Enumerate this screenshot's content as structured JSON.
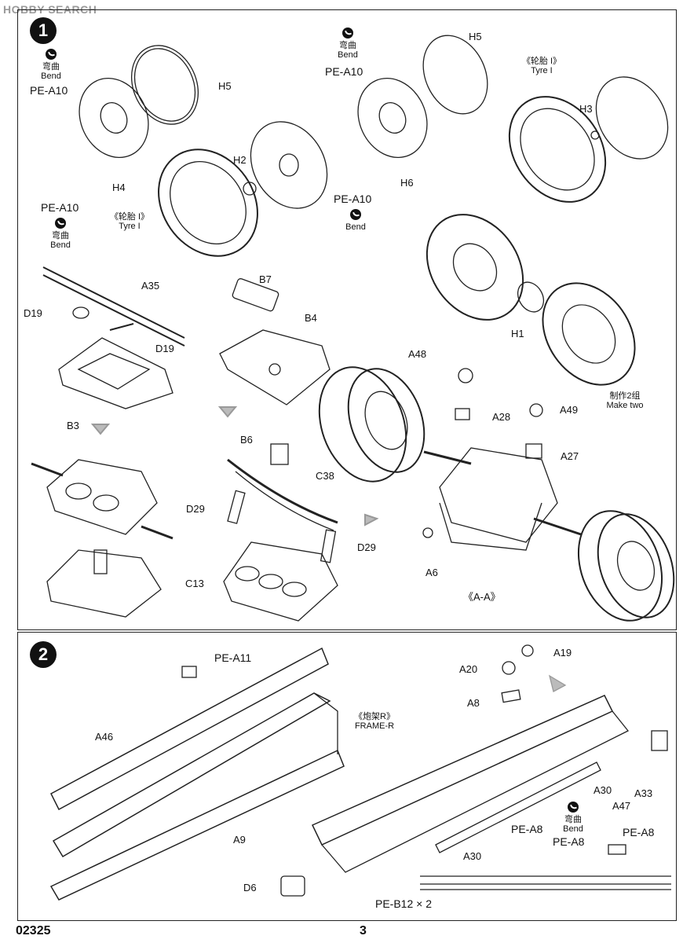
{
  "watermark": "HOBBY SEARCH",
  "step1": {
    "number": "1",
    "callout_parts": [
      "H5",
      "H4",
      "H2",
      "H5",
      "H6",
      "H3",
      "H1",
      "A35",
      "D19",
      "D19",
      "B3",
      "B7",
      "B4",
      "A48",
      "A28",
      "A49",
      "A27",
      "B6",
      "C38",
      "D29",
      "D29",
      "C13",
      "A6"
    ],
    "pe_a10": "PE-A10",
    "bend_cn": "弯曲",
    "bend_en": "Bend",
    "tyre_cn": "《轮胎 I》",
    "tyre_en": "Tyre I",
    "make_two_cn": "制作2组",
    "make_two_en": "Make two",
    "view_label": "《A-A》"
  },
  "step2": {
    "number": "2",
    "callout_parts": [
      "PE-A11",
      "A46",
      "A9",
      "D6",
      "A19",
      "A20",
      "A8",
      "A30",
      "A47",
      "A33",
      "PE-A8",
      "PE-A8",
      "A30",
      "PE-B12 × 2"
    ],
    "frame_cn": "《炮架R》",
    "frame_en": "FRAME-R",
    "bend_cn": "弯曲",
    "bend_en": "Bend",
    "pe_a8": "PE-A8"
  },
  "footer": {
    "kit_number": "02325",
    "page_number": "3"
  }
}
